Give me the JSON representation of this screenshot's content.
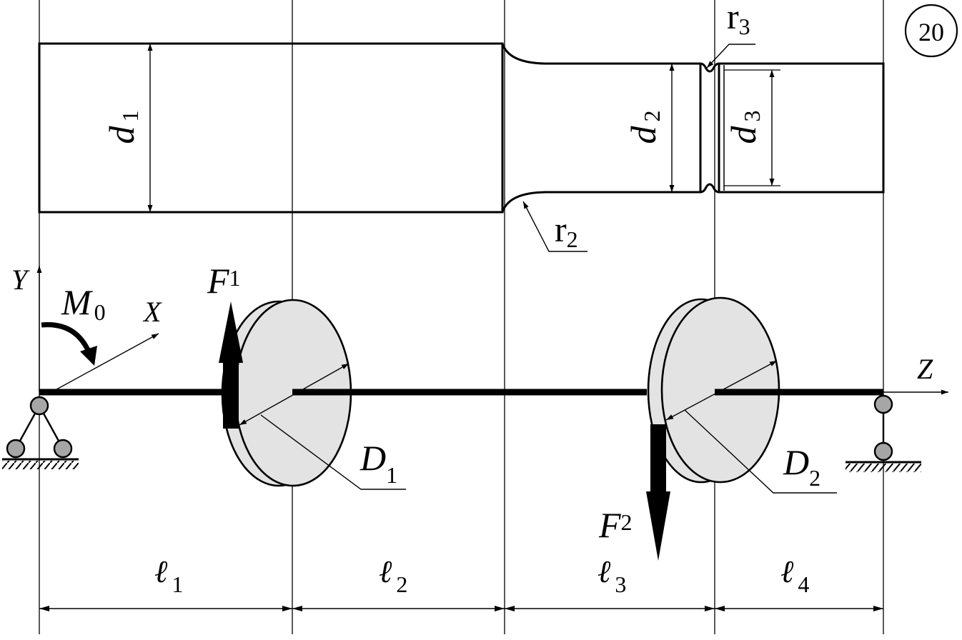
{
  "diagram": {
    "number_label": "20",
    "shaft": {
      "diameters": [
        {
          "main": "d",
          "sub": "1"
        },
        {
          "main": "d",
          "sub": "2"
        },
        {
          "main": "d",
          "sub": "3"
        }
      ],
      "radii": [
        {
          "main": "r",
          "sub": "2"
        },
        {
          "main": "r",
          "sub": "3"
        }
      ]
    },
    "axes": {
      "y": "Y",
      "x": "X",
      "z": "Z"
    },
    "moment": {
      "main": "M",
      "sub": "0"
    },
    "forces": [
      {
        "main": "F",
        "sub": "1",
        "direction": "up"
      },
      {
        "main": "F",
        "sub": "2",
        "direction": "down"
      }
    ],
    "pulleys": [
      {
        "main": "D",
        "sub": "1"
      },
      {
        "main": "D",
        "sub": "2"
      }
    ],
    "spans": [
      {
        "main": "ℓ",
        "sub": "1"
      },
      {
        "main": "ℓ",
        "sub": "2"
      },
      {
        "main": "ℓ",
        "sub": "3"
      },
      {
        "main": "ℓ",
        "sub": "4"
      }
    ],
    "colors": {
      "line": "#000000",
      "pulley_fill": "#e3e3e3",
      "support_fill": "#a6a6a6",
      "background": "#ffffff"
    }
  }
}
